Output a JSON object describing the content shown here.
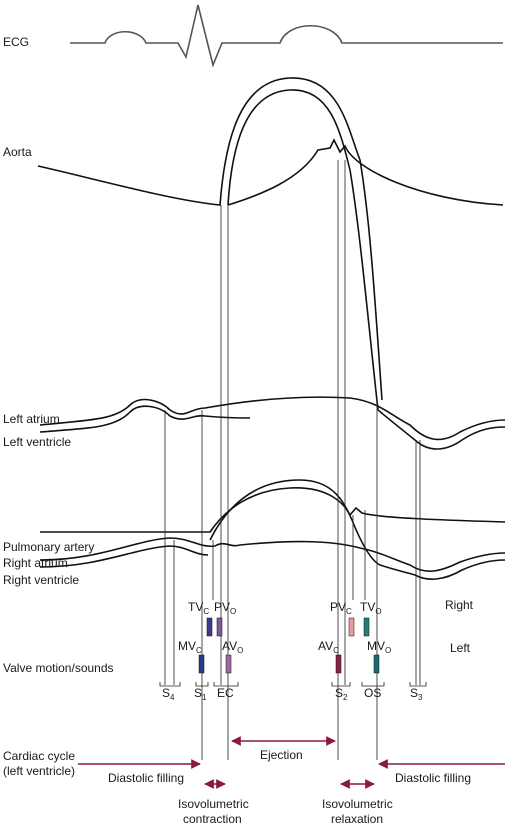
{
  "labels": {
    "ecg": "ECG",
    "aorta": "Aorta",
    "left_atrium": "Left atrium",
    "left_ventricle": "Left ventricle",
    "pulmonary_artery": "Pulmonary artery",
    "right_atrium": "Right atrium",
    "right_ventricle": "Right ventricle",
    "valve_motion": "Valve motion/sounds",
    "right": "Right",
    "left": "Left",
    "cycle_line1": "Cardiac cycle",
    "cycle_line2": "(left ventricle)"
  },
  "valves": {
    "tv_c": {
      "main": "TV",
      "sub": "C"
    },
    "pv_o": {
      "main": "PV",
      "sub": "O"
    },
    "mv_c": {
      "main": "MV",
      "sub": "C"
    },
    "av_o": {
      "main": "AV",
      "sub": "O"
    },
    "pv_c": {
      "main": "PV",
      "sub": "C"
    },
    "tv_o": {
      "main": "TV",
      "sub": "O"
    },
    "av_c": {
      "main": "AV",
      "sub": "C"
    },
    "mv_o": {
      "main": "MV",
      "sub": "O"
    }
  },
  "sounds": {
    "s4": {
      "main": "S",
      "sub": "4"
    },
    "s1": {
      "main": "S",
      "sub": "1"
    },
    "ec": "EC",
    "s2": {
      "main": "S",
      "sub": "2"
    },
    "os": "OS",
    "s3": {
      "main": "S",
      "sub": "3"
    }
  },
  "phases": {
    "diastolic_filling_left": "Diastolic filling",
    "ejection": "Ejection",
    "diastolic_filling_right": "Diastolic filling",
    "isovolumetric_contraction_1": "Isovolumetric",
    "isovolumetric_contraction_2": "contraction",
    "isovolumetric_relaxation_1": "Isovolumetric",
    "isovolumetric_relaxation_2": "relaxation"
  },
  "colors": {
    "tv_c": "#3d3a8c",
    "pv_o": "#7a5a9a",
    "mv_c": "#2c3a8a",
    "av_o": "#9a6a9a",
    "pv_c": "#e89aa0",
    "tv_o": "#2a7a78",
    "av_c": "#8a2040",
    "mv_o": "#1a6a70",
    "arrow": "#8b1a3a"
  }
}
